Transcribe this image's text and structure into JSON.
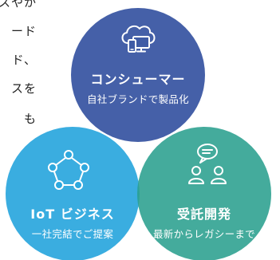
{
  "side_text": {
    "lines": [
      "スやか",
      "ード",
      "ド、",
      "スを",
      "も"
    ]
  },
  "circles": {
    "consumer": {
      "title": "コンシューマー",
      "subtitle": "自社ブランドで製品化",
      "icon": "cloud-devices-icon",
      "color": "#3f5ba5"
    },
    "iot": {
      "title": "IoT ビジネス",
      "subtitle": "一社完結でご提案",
      "icon": "network-nodes-icon",
      "color": "#2ea8de"
    },
    "contract": {
      "title": "受託開発",
      "subtitle": "最新からレガシーまで",
      "icon": "consultation-icon",
      "color": "#2a9f8e"
    }
  }
}
